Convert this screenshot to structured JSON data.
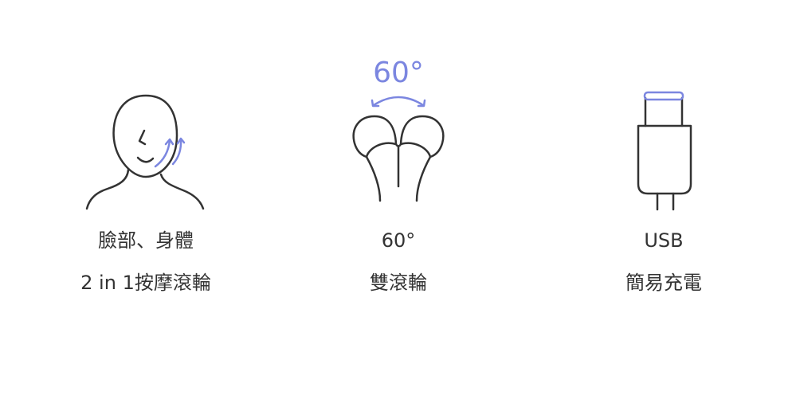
{
  "colors": {
    "accent": "#7b86e0",
    "line": "#333333"
  },
  "features": [
    {
      "icon": "face-massage-icon",
      "line1": "臉部、身體",
      "line2": "2 in 1按摩滾輪"
    },
    {
      "icon": "dual-roller-icon",
      "angle_label": "60°",
      "line1": "60°",
      "line2": "雙滾輪"
    },
    {
      "icon": "usb-plug-icon",
      "line1": "USB",
      "line2": "簡易充電"
    }
  ]
}
